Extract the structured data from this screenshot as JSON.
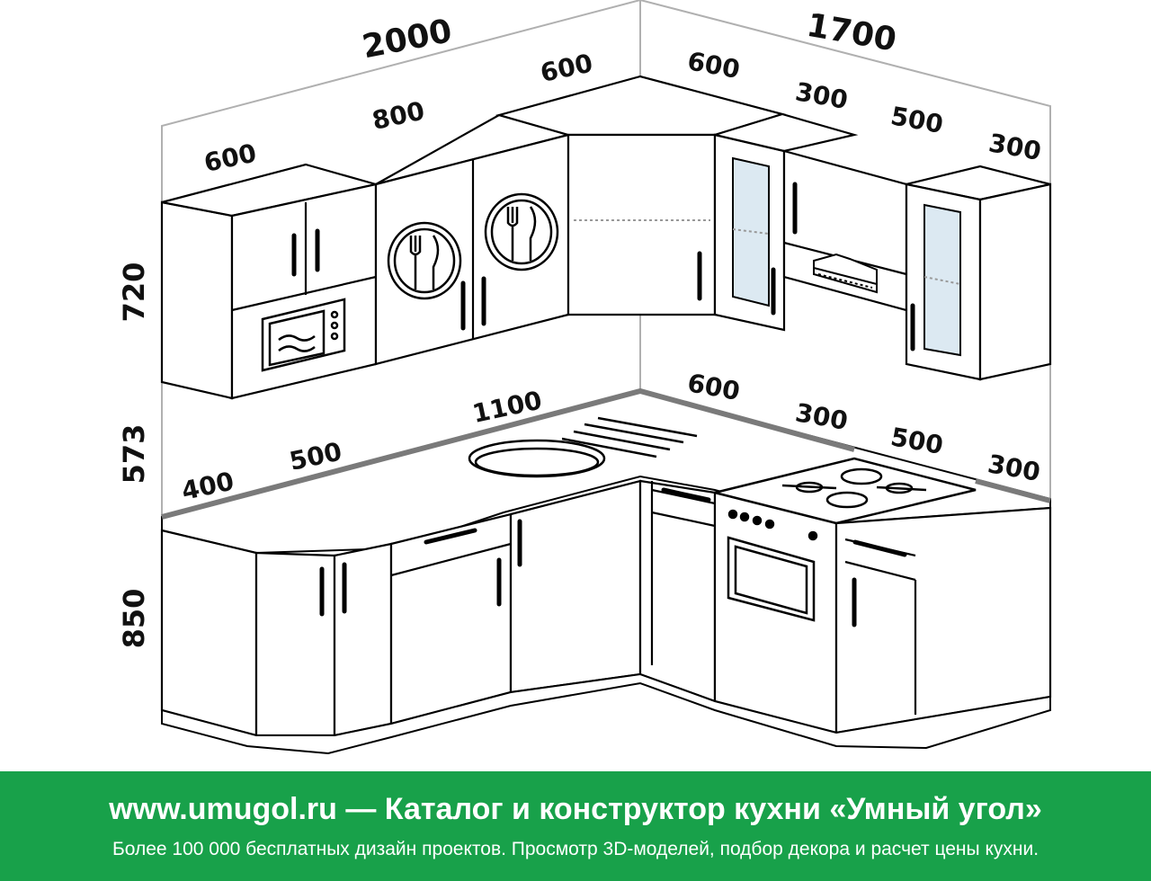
{
  "dimensions": {
    "wall_left_total": "2000",
    "wall_right_total": "1700",
    "upper_left_600": "600",
    "upper_800": "800",
    "upper_corner_left_600": "600",
    "upper_corner_right_600": "600",
    "upper_right_300_a": "300",
    "upper_right_500": "500",
    "upper_right_300_b": "300",
    "height_upper": "720",
    "height_gap": "573",
    "height_lower": "850",
    "counter_1100": "1100",
    "counter_600": "600",
    "counter_300": "300",
    "counter_500": "500",
    "counter_300_end": "300",
    "counter_400": "400",
    "counter_500_left": "500"
  },
  "footer": {
    "title": "www.umugol.ru — Каталог и конструктор кухни «Умный угол»",
    "subtitle": "Более 100 000 бесплатных дизайн проектов. Просмотр 3D-моделей, подбор декора и расчет цены кухни."
  },
  "colors": {
    "footer_bg": "#18a14a",
    "line": "#000000",
    "counter_edge": "#7a7a7a",
    "glass": "#dce9f2"
  },
  "icons": [
    "microwave-icon",
    "plate-fork-knife-icon",
    "range-hood-icon",
    "stove-burner-icon",
    "oven-icon",
    "sink-icon",
    "drain-board-icon"
  ]
}
